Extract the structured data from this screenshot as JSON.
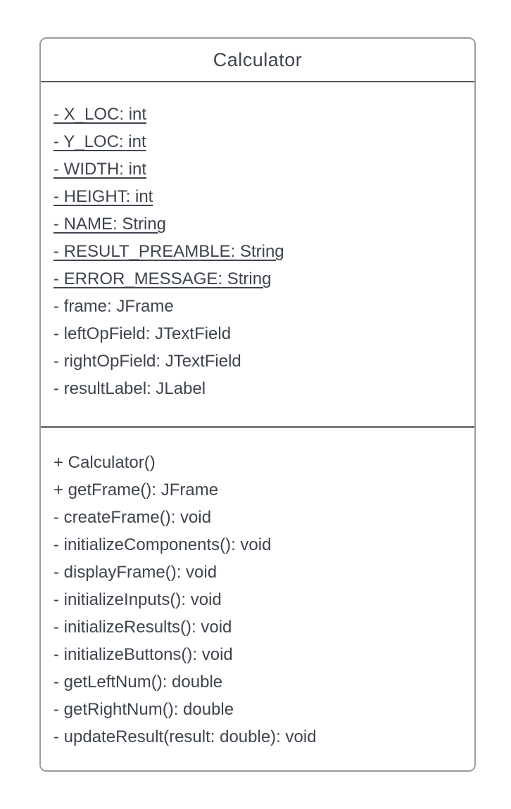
{
  "uml_class": {
    "title": "Calculator",
    "attributes": [
      {
        "label": "- X_LOC: int",
        "static": true
      },
      {
        "label": "- Y_LOC: int",
        "static": true
      },
      {
        "label": "- WIDTH: int",
        "static": true
      },
      {
        "label": "- HEIGHT: int",
        "static": true
      },
      {
        "label": "- NAME: String",
        "static": true
      },
      {
        "label": "- RESULT_PREAMBLE: String",
        "static": true
      },
      {
        "label": "- ERROR_MESSAGE: String",
        "static": true
      },
      {
        "label": "- frame: JFrame",
        "static": false
      },
      {
        "label": "- leftOpField: JTextField",
        "static": false
      },
      {
        "label": "- rightOpField: JTextField",
        "static": false
      },
      {
        "label": "- resultLabel: JLabel",
        "static": false
      }
    ],
    "methods": [
      {
        "label": "+ Calculator()",
        "static": false
      },
      {
        "label": "+ getFrame(): JFrame",
        "static": false
      },
      {
        "label": "- createFrame(): void",
        "static": false
      },
      {
        "label": "- initializeComponents(): void",
        "static": false
      },
      {
        "label": "- displayFrame(): void",
        "static": false
      },
      {
        "label": "- initializeInputs(): void",
        "static": false
      },
      {
        "label": "- initializeResults(): void",
        "static": false
      },
      {
        "label": "- initializeButtons(): void",
        "static": false
      },
      {
        "label": "- getLeftNum(): double",
        "static": false
      },
      {
        "label": "- getRightNum(): double",
        "static": false
      },
      {
        "label": "- updateResult(result: double): void",
        "static": false
      }
    ]
  },
  "colors": {
    "text": "#3e444d",
    "border": "#989da4",
    "divider": "#54585f",
    "background": "#ffffff"
  }
}
